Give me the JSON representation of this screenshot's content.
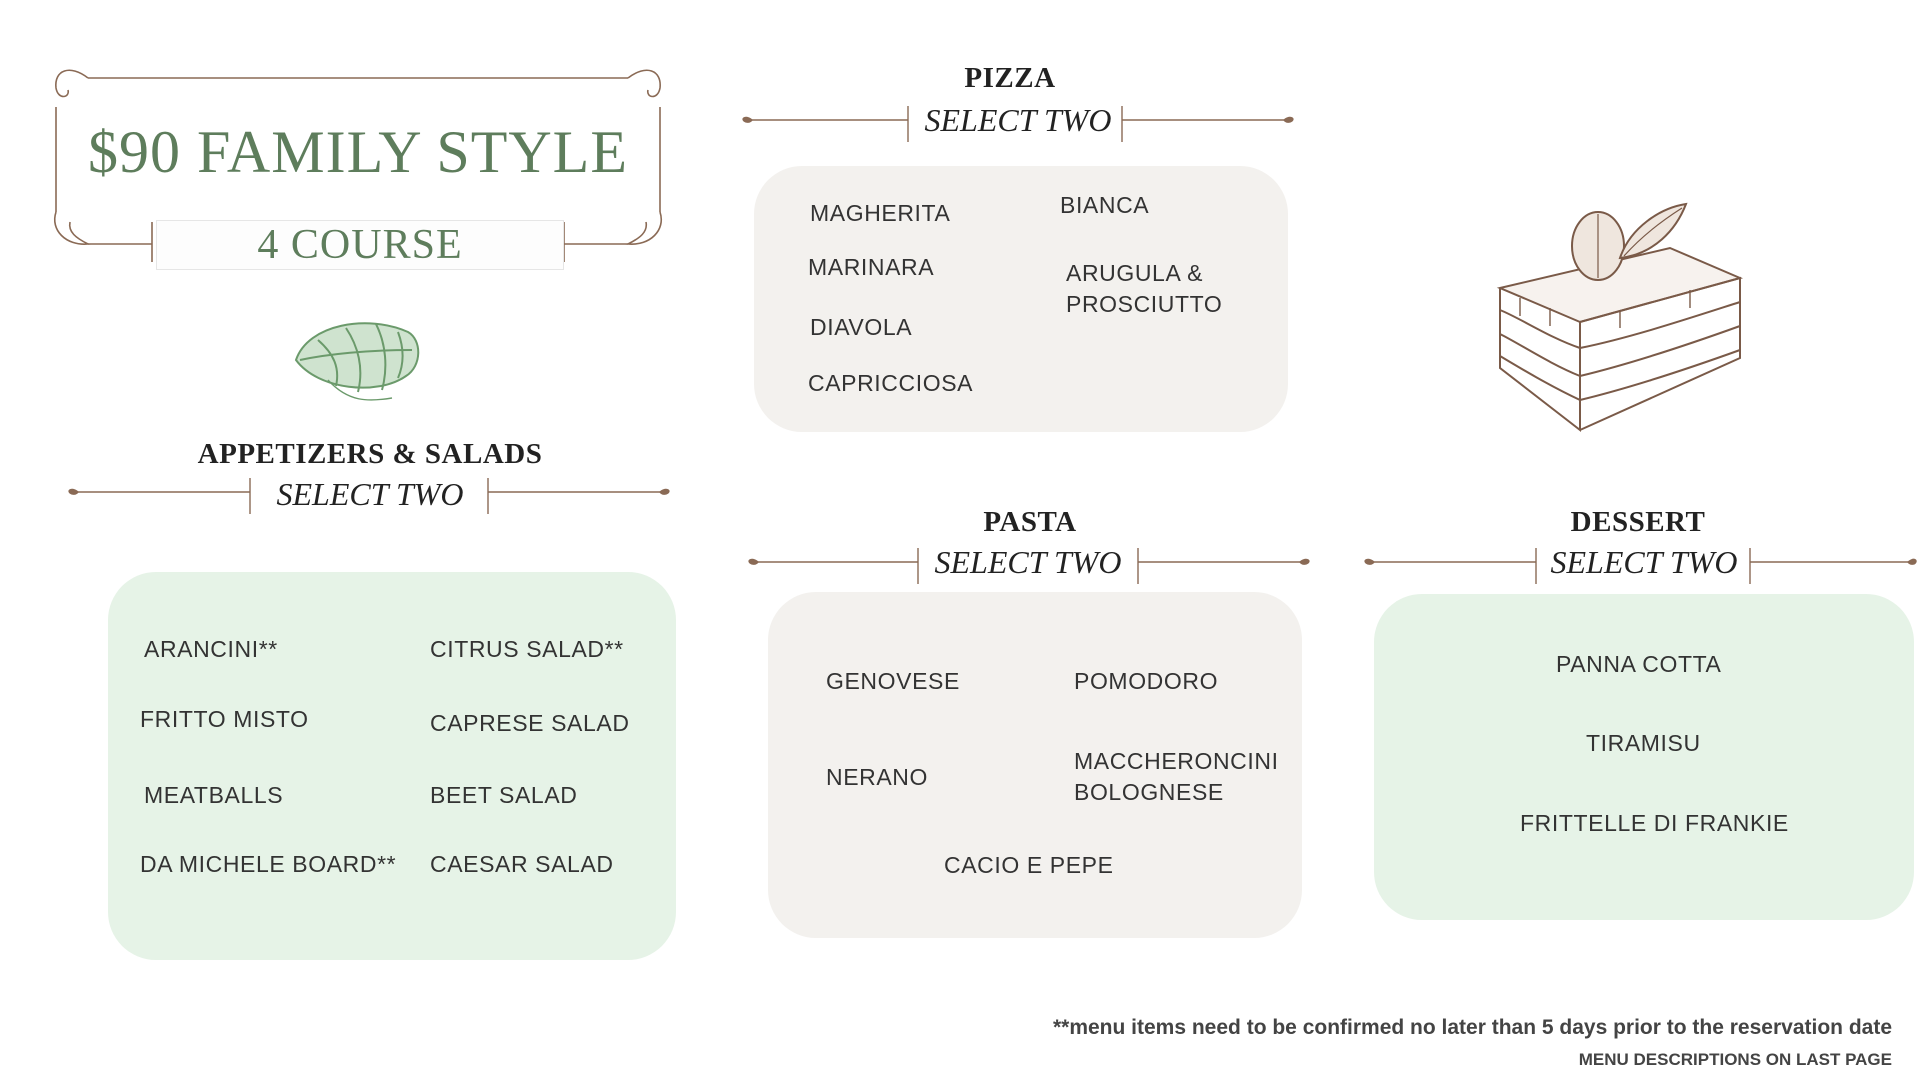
{
  "header": {
    "title": "$90 FAMILY STYLE",
    "subtitle": "4 COURSE"
  },
  "sections": {
    "appetizers": {
      "title": "APPETIZERS & SALADS",
      "subtitle": "SELECT TWO",
      "items": [
        "ARANCINI**",
        "FRITTO MISTO",
        "MEATBALLS",
        "DA MICHELE BOARD**",
        "CITRUS SALAD**",
        "CAPRESE  SALAD",
        "BEET SALAD",
        "CAESAR SALAD"
      ]
    },
    "pizza": {
      "title": "PIZZA",
      "subtitle": "SELECT TWO",
      "items": [
        "MAGHERITA",
        "MARINARA",
        "DIAVOLA",
        "CAPRICCIOSA",
        "BIANCA",
        "ARUGULA &",
        "PROSCIUTTO"
      ]
    },
    "pasta": {
      "title": "PASTA",
      "subtitle": "SELECT TWO",
      "items": [
        "GENOVESE",
        "POMODORO",
        "NERANO",
        "MACCHERONCINI",
        "BOLOGNESE",
        "CACIO E PEPE"
      ]
    },
    "dessert": {
      "title": "DESSERT",
      "subtitle": "SELECT TWO",
      "items": [
        "PANNA COTTA",
        "TIRAMISU",
        "FRITTELLE DI FRANKIE"
      ]
    }
  },
  "footer": {
    "note": "**menu items need to be confirmed no later than 5 days prior to the reservation date",
    "descriptions": "MENU DESCRIPTIONS ON LAST PAGE"
  },
  "colors": {
    "accent_green": "#5e7d5c",
    "card_green": "#e6f3e7",
    "card_beige": "#f3f1ee",
    "ornament": "#8a6a55"
  },
  "illustrations": [
    "lettuce-illustration",
    "cake-slice-illustration"
  ]
}
